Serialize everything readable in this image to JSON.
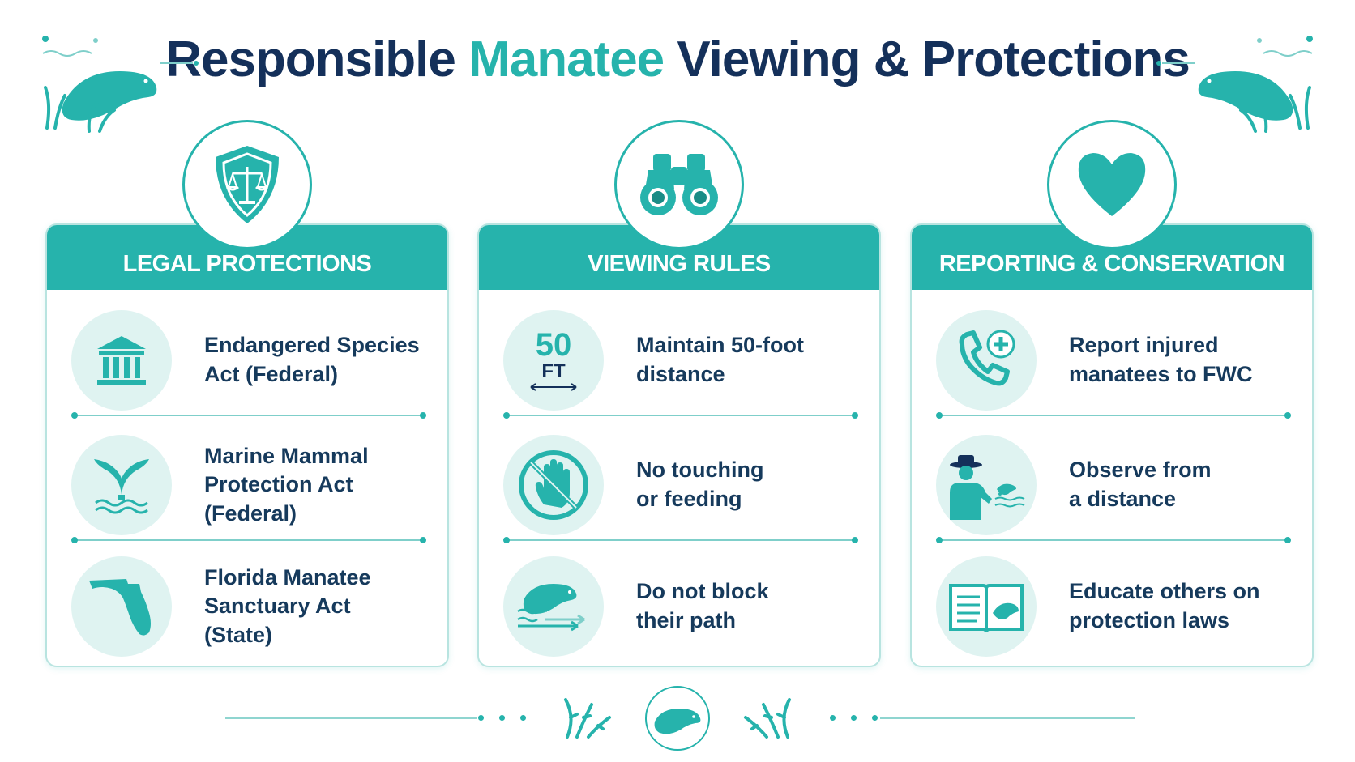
{
  "title": {
    "part1": "Responsible ",
    "accent": "Manatee",
    "part2": " Viewing & Protections"
  },
  "colors": {
    "accent": "#26b3ac",
    "title_dark": "#14305a",
    "text": "#163a5c",
    "icon_bg": "#dff3f1"
  },
  "cards": [
    {
      "header": "LEGAL PROTECTIONS",
      "badge_icon": "shield-scales-icon",
      "items": [
        {
          "icon": "courthouse-icon",
          "text": "Endangered Species\nAct (Federal)"
        },
        {
          "icon": "whale-tail-icon",
          "text": "Marine Mammal\nProtection Act\n(Federal)"
        },
        {
          "icon": "florida-map-icon",
          "text": "Florida Manatee\nSanctuary Act\n(State)"
        }
      ]
    },
    {
      "header": "VIEWING RULES",
      "badge_icon": "binoculars-icon",
      "items": [
        {
          "icon": "distance-50ft-icon",
          "icon_text_top": "50",
          "icon_text_bottom": "FT",
          "text": "Maintain 50-foot\ndistance"
        },
        {
          "icon": "no-touch-hand-icon",
          "text": "No touching\nor feeding"
        },
        {
          "icon": "manatee-path-icon",
          "text": "Do not block\ntheir path"
        }
      ]
    },
    {
      "header": "REPORTING & CONSERVATION",
      "badge_icon": "heart-icon",
      "items": [
        {
          "icon": "phone-medical-icon",
          "text": "Report injured\nmanatees to FWC"
        },
        {
          "icon": "observer-icon",
          "text": "Observe from\na distance"
        },
        {
          "icon": "open-book-icon",
          "text": "Educate others on\nprotection laws"
        }
      ]
    }
  ]
}
